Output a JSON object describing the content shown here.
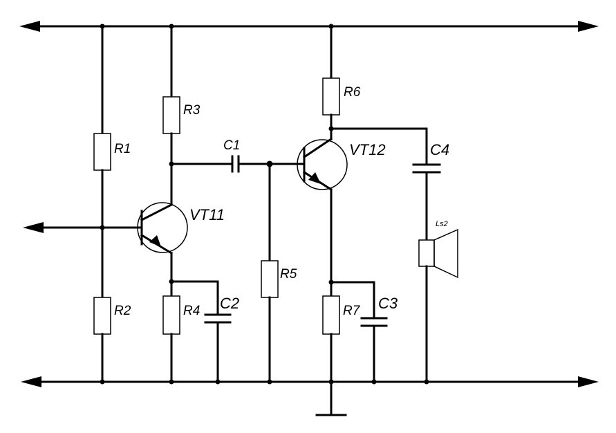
{
  "labels": {
    "r1": "R1",
    "r2": "R2",
    "r3": "R3",
    "r4": "R4",
    "r5": "R5",
    "r6": "R6",
    "r7": "R7",
    "c1": "C1",
    "c2": "C2",
    "c3": "C3",
    "c4": "C4",
    "vt11": "VT11",
    "vt12": "VT12",
    "ls2": "Ls2"
  }
}
